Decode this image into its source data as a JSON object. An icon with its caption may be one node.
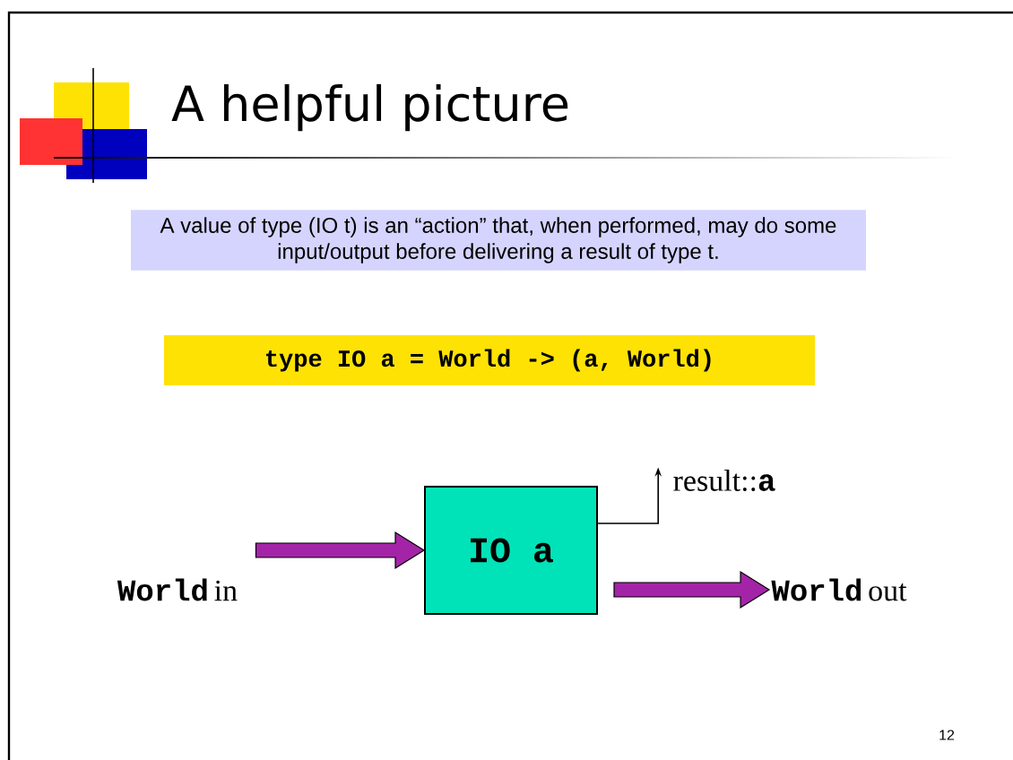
{
  "diagram": {
    "title": "A helpful picture",
    "nodes": [
      {
        "text": [
          "A value of type (IO t) is an “action” that, when performed, may do some input/output before delivering a result of type t."
        ]
      },
      {
        "text": [
          "type IO a = World -> (a, World)"
        ]
      },
      {
        "text": [
          "World",
          "in"
        ]
      },
      {
        "text": [
          "IO a"
        ]
      },
      {
        "text": [
          "World",
          "out"
        ]
      },
      {
        "text": [
          "result::",
          "a"
        ]
      }
    ],
    "edges": [
      {
        "from": 2,
        "to": 3,
        "arrow": "to",
        "style": "thick",
        "color": "#a424a8"
      },
      {
        "from": 3,
        "to": 4,
        "arrow": "to",
        "style": "thick",
        "color": "#a424a8"
      },
      {
        "from": 3,
        "to": 5,
        "arrow": "to"
      }
    ],
    "labels": [
      "12"
    ]
  }
}
